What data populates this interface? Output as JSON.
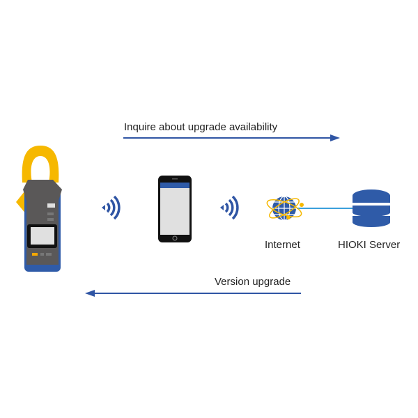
{
  "arrows": {
    "inquire_label": "Inquire about upgrade availability",
    "upgrade_label": "Version upgrade"
  },
  "nodes": {
    "internet_label": "Internet",
    "server_label": "HIOKI Server"
  },
  "colors": {
    "arrow": "#2f55a4",
    "brand_blue": "#2f5ba8",
    "yellow": "#f6b800",
    "link": "#3ba0dc",
    "device_gray": "#5a5858"
  }
}
